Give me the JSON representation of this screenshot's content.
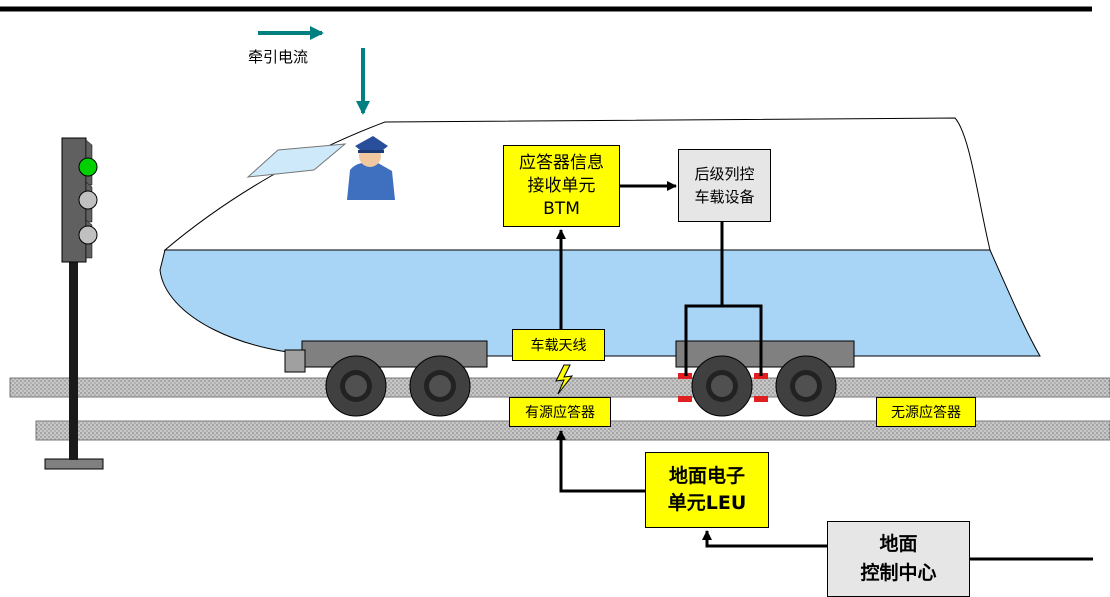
{
  "labels": {
    "traction_current": "牵引电流",
    "btm": "应答器信息\n接收单元\nBTM",
    "follow_equipment": "后级列控\n车载设备",
    "onboard_antenna": "车载天线",
    "active_balise": "有源应答器",
    "passive_balise": "无源应答器",
    "leu": "地面电子\n单元LEU",
    "control_center": "地面\n控制中心"
  },
  "colors": {
    "catenary": "#000000",
    "traction_arrow": "#008080",
    "train_body": "#ffffff",
    "train_lower_body": "#a8d4f5",
    "rail_fill": "#c8c8c8",
    "signal_green": "#00d000",
    "signal_off": "#c0c0c0",
    "yellow_box": "#ffff00",
    "gray_box": "#e6e6e6",
    "antenna_red": "#e02020"
  },
  "icons": [
    "train-driver-icon",
    "signal-light-icon",
    "lightning-icon"
  ]
}
